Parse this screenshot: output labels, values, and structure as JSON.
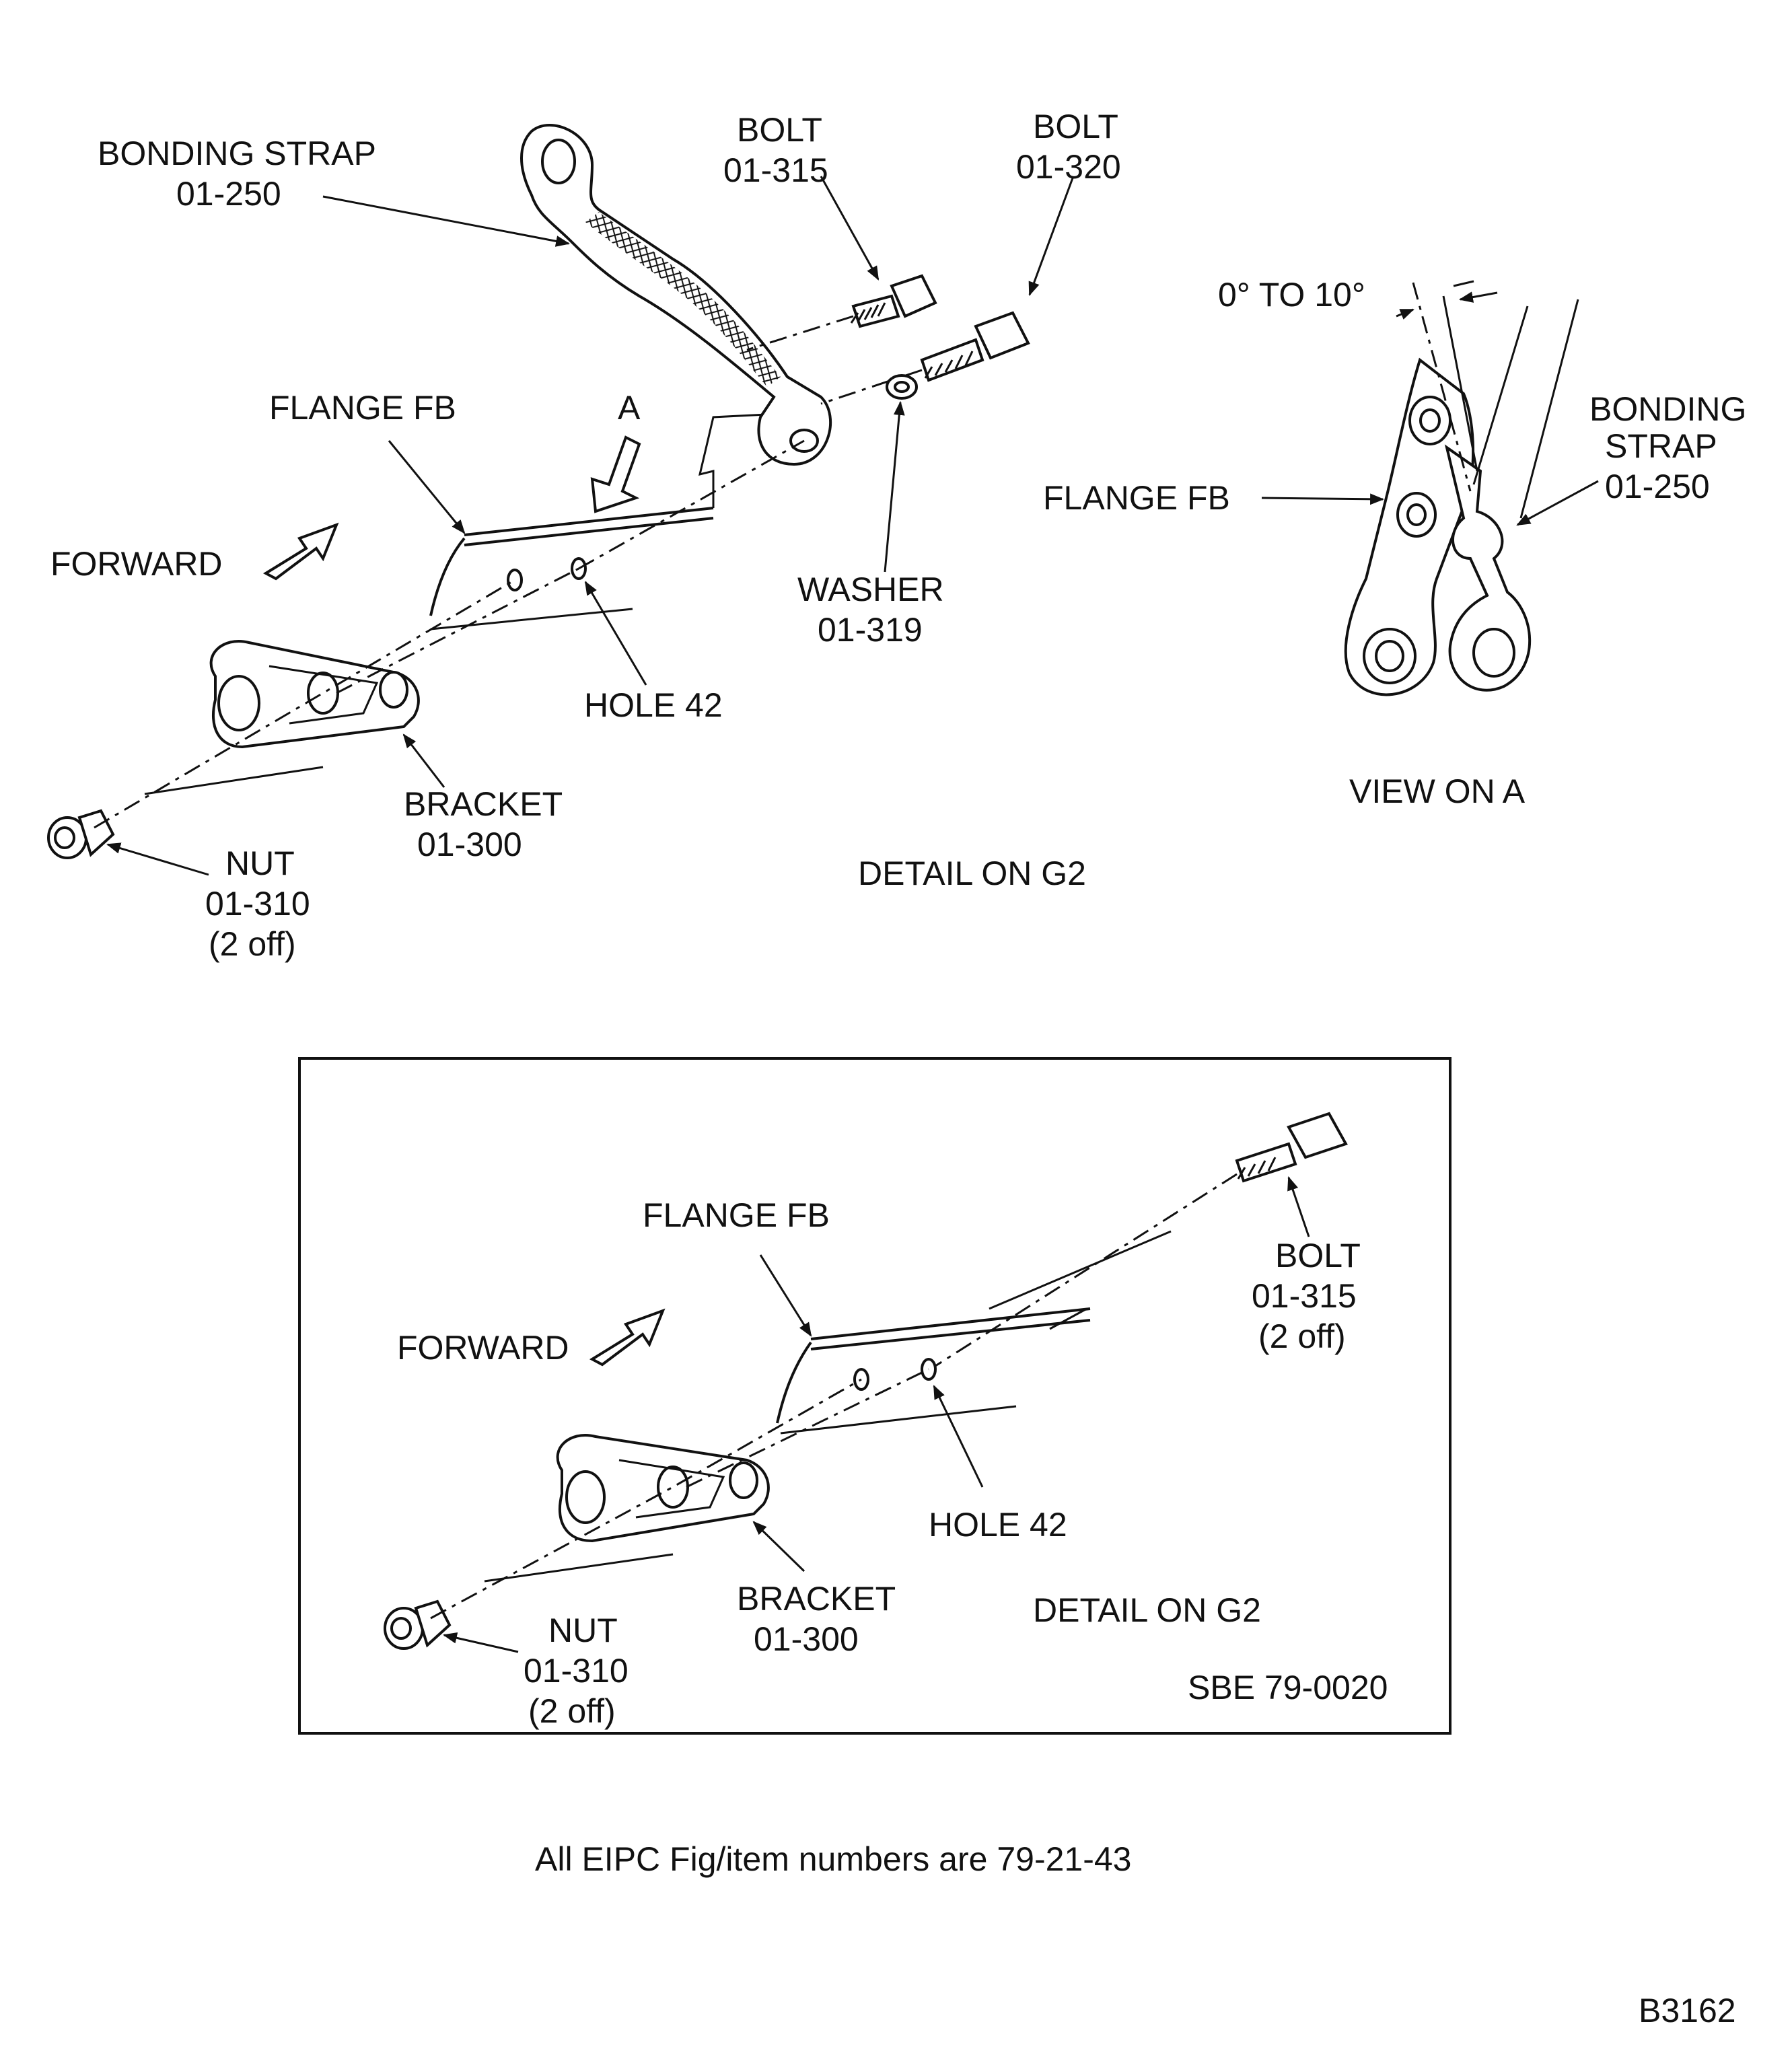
{
  "detail_1": {
    "bonding_strap": {
      "name": "BONDING STRAP",
      "ref": "01-250"
    },
    "bolt_a": {
      "name": "BOLT",
      "ref": "01-315"
    },
    "bolt_b": {
      "name": "BOLT",
      "ref": "01-320"
    },
    "flange": "FLANGE FB",
    "view_arrow": "A",
    "forward": "FORWARD",
    "washer": {
      "name": "WASHER",
      "ref": "01-319"
    },
    "hole": "HOLE 42",
    "bracket": {
      "name": "BRACKET",
      "ref": "01-300"
    },
    "nut": {
      "name": "NUT",
      "ref": "01-310",
      "qty": "(2 off)"
    },
    "caption": "DETAIL ON G2"
  },
  "view_on_a": {
    "angle": "0° TO 10°",
    "flange": "FLANGE FB",
    "bonding_strap": {
      "line1": "BONDING",
      "line2": "STRAP",
      "ref": "01-250"
    },
    "caption": "VIEW ON A"
  },
  "detail_2": {
    "flange": "FLANGE FB",
    "forward": "FORWARD",
    "bolt": {
      "name": "BOLT",
      "ref": "01-315",
      "qty": "(2 off)"
    },
    "hole": "HOLE 42",
    "bracket": {
      "name": "BRACKET",
      "ref": "01-300"
    },
    "nut": {
      "name": "NUT",
      "ref": "01-310",
      "qty": "(2 off)"
    },
    "caption": "DETAIL ON G2",
    "bulletin": "SBE 79-0020"
  },
  "footnote": "All EIPC Fig/item numbers are 79-21-43",
  "figure_code": "B3162"
}
